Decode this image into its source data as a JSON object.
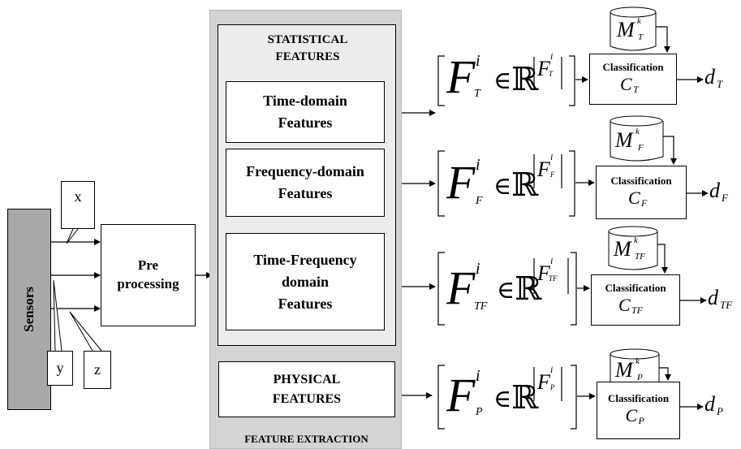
{
  "sensors": {
    "label": "Sensors",
    "axes": [
      "x",
      "y",
      "z"
    ]
  },
  "preprocessing": {
    "line1": "Pre",
    "line2": "processing"
  },
  "extraction": {
    "title": "FEATURE EXTRACTION",
    "statistical": {
      "title_line1": "STATISTICAL",
      "title_line2": "FEATURES",
      "blocks": [
        {
          "line1": "Time-domain",
          "line2": "Features"
        },
        {
          "line1": "Frequency-domain",
          "line2": "Features"
        },
        {
          "line1": "Time-Frequency",
          "line2": "domain",
          "line3": "Features"
        }
      ]
    },
    "physical": {
      "line1": "PHYSICAL",
      "line2": "FEATURES"
    }
  },
  "rows": [
    {
      "sub": "T",
      "classify_label": "Classification",
      "model_sub": "T",
      "decision_sub": "T"
    },
    {
      "sub": "F",
      "classify_label": "Classification",
      "model_sub": "F",
      "decision_sub": "F"
    },
    {
      "sub": "TF",
      "classify_label": "Classification",
      "model_sub": "TF",
      "decision_sub": "TF"
    },
    {
      "sub": "P",
      "classify_label": "Classification",
      "model_sub": "P",
      "decision_sub": "P"
    }
  ],
  "symbols": {
    "feature": "F",
    "index_i": "i",
    "index_k": "k",
    "element_of": "∈",
    "reals": "ℝ",
    "model": "M",
    "classifier": "C",
    "decision": "d"
  }
}
